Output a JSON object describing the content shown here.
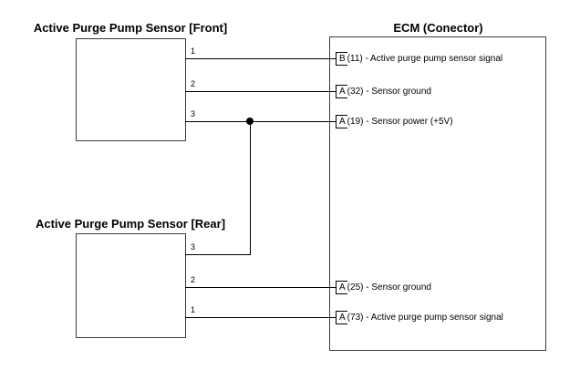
{
  "diagram": {
    "front_sensor": {
      "title": "Active Purge Pump Sensor [Front]",
      "pins": {
        "p1": "1",
        "p2": "2",
        "p3": "3"
      }
    },
    "rear_sensor": {
      "title": "Active Purge Pump Sensor [Rear]",
      "pins": {
        "p3": "3",
        "p2": "2",
        "p1": "1"
      }
    },
    "ecm": {
      "title": "ECM (Conector)",
      "pins": [
        {
          "letter": "B",
          "text": "(11) - Active purge pump sensor signal"
        },
        {
          "letter": "A",
          "text": "(32) - Sensor ground"
        },
        {
          "letter": "A",
          "text": "(19) - Sensor power (+5V)"
        },
        {
          "letter": "A",
          "text": "(25) - Sensor ground"
        },
        {
          "letter": "A",
          "text": "(73) - Active purge pump sensor signal"
        }
      ]
    },
    "colors": {
      "line": "#000000",
      "text": "#000000",
      "background": "#ffffff"
    }
  }
}
